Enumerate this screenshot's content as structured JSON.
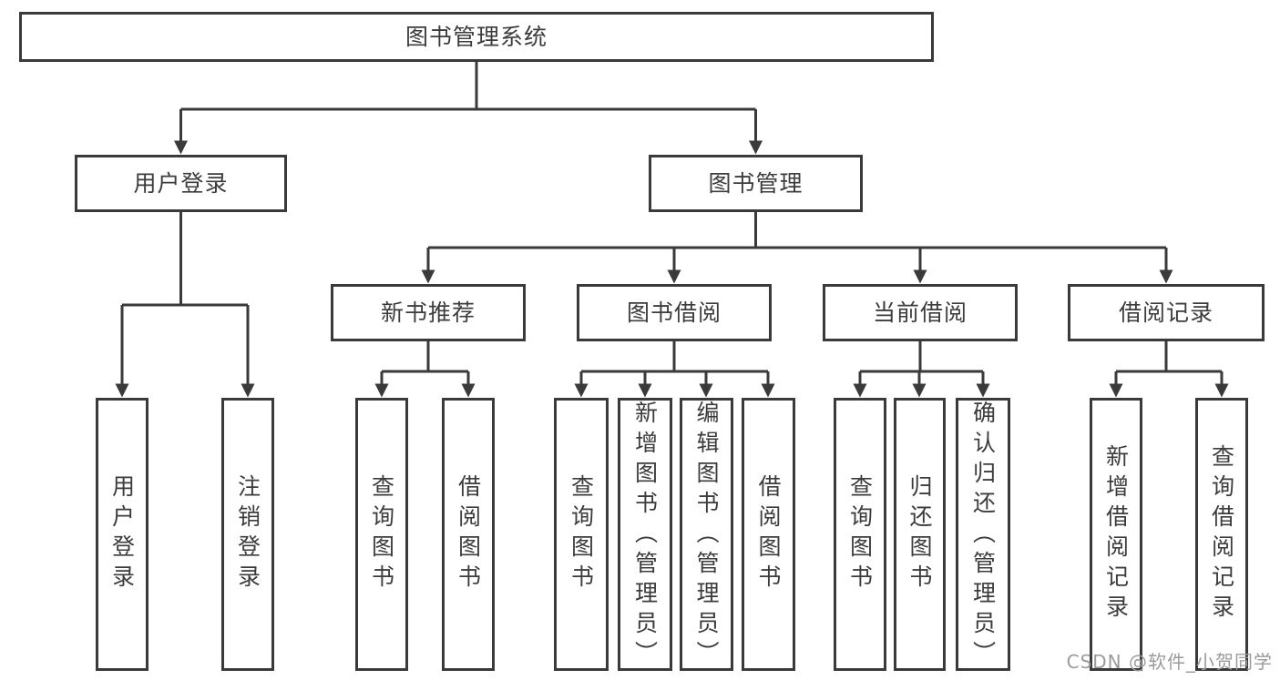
{
  "nodes": {
    "root": {
      "label": "图书管理系统"
    },
    "user_login": {
      "label": "用户登录"
    },
    "book_mgmt": {
      "label": "图书管理"
    },
    "new_books": {
      "label": "新书推荐"
    },
    "book_borrow": {
      "label": "图书借阅"
    },
    "current_borrow": {
      "label": "当前借阅"
    },
    "borrow_records": {
      "label": "借阅记录"
    },
    "leaf_user_login": {
      "label": "用户登录"
    },
    "leaf_logout": {
      "label": "注销登录"
    },
    "leaf_nb_query": {
      "label": "查询图书"
    },
    "leaf_nb_borrow": {
      "label": "借阅图书"
    },
    "leaf_bb_query": {
      "label": "查询图书"
    },
    "leaf_bb_add": {
      "label": "新增图书（管理员）"
    },
    "leaf_bb_edit": {
      "label": "编辑图书（管理员）"
    },
    "leaf_bb_borrow": {
      "label": "借阅图书"
    },
    "leaf_cb_query": {
      "label": "查询图书"
    },
    "leaf_cb_return": {
      "label": "归还图书"
    },
    "leaf_cb_confirm": {
      "label": "确认归还（管理员）"
    },
    "leaf_br_add": {
      "label": "新增借阅记录"
    },
    "leaf_br_query": {
      "label": "查询借阅记录"
    }
  },
  "watermark": {
    "text": "CSDN @软件_小贺同学"
  },
  "colors": {
    "line": "#3a3a3a",
    "text": "#3c3c3c",
    "box_background": "#ffffff",
    "watermark": "#9b9b9b",
    "background": "#ffffff"
  }
}
